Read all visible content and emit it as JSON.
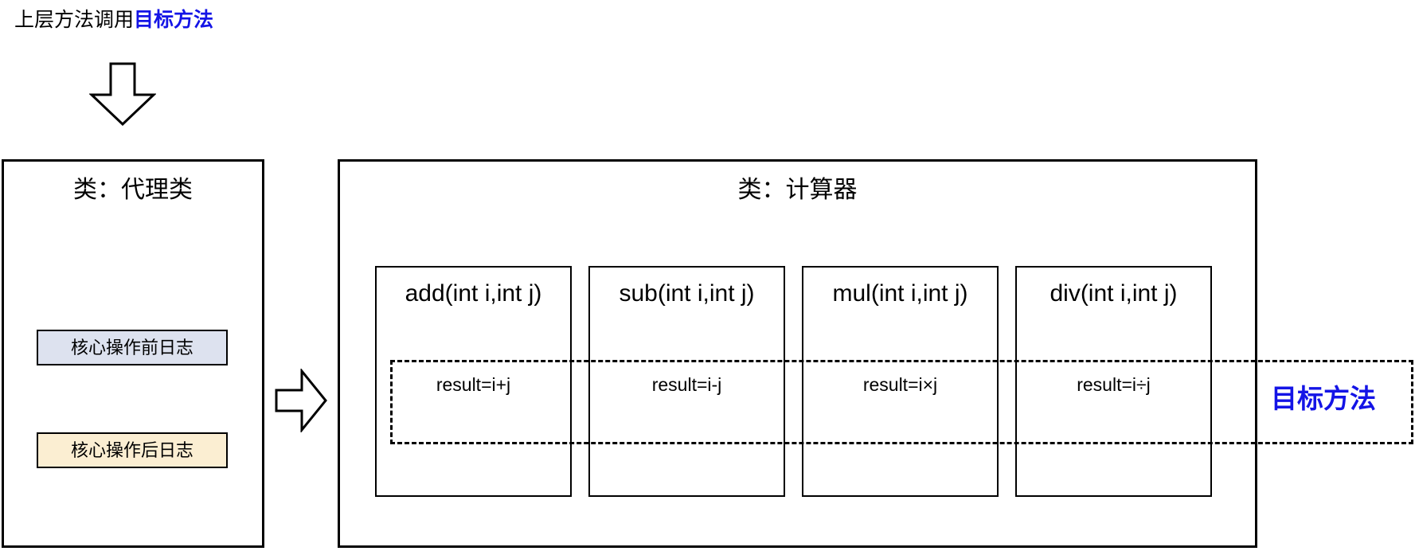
{
  "heading": {
    "prefix": "上层方法调用",
    "highlight": "目标方法"
  },
  "icons": {
    "down_arrow": "arrow-down-block-icon",
    "right_arrow": "arrow-right-block-icon"
  },
  "proxy_class": {
    "title": "类：代理类",
    "logs": [
      {
        "label": "核心操作前日志",
        "color": "#dde2ef"
      },
      {
        "label": "核心操作后日志",
        "color": "#fbeed2"
      }
    ]
  },
  "calculator_class": {
    "title": "类：计算器",
    "methods": [
      {
        "signature": "add(int i,int j)",
        "body": "result=i+j"
      },
      {
        "signature": "sub(int i,int j)",
        "body": "result=i-j"
      },
      {
        "signature": "mul(int i,int j)",
        "body": "result=i×j"
      },
      {
        "signature": "div(int i,int j)",
        "body": "result=i÷j"
      }
    ]
  },
  "target_band": {
    "label": "目标方法",
    "color": "#1414e6"
  }
}
